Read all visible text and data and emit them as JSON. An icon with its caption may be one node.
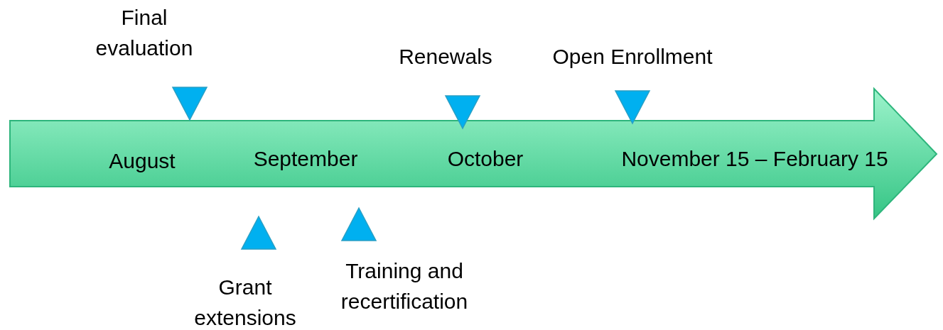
{
  "diagram": {
    "nodes": [
      {
        "text": [
          "August",
          "September",
          "October",
          "November 15 – February 15"
        ]
      }
    ],
    "edges": [],
    "labels": [
      "Final evaluation",
      "Renewals",
      "Open Enrollment",
      "Grant extensions",
      "Training and recertification"
    ]
  }
}
